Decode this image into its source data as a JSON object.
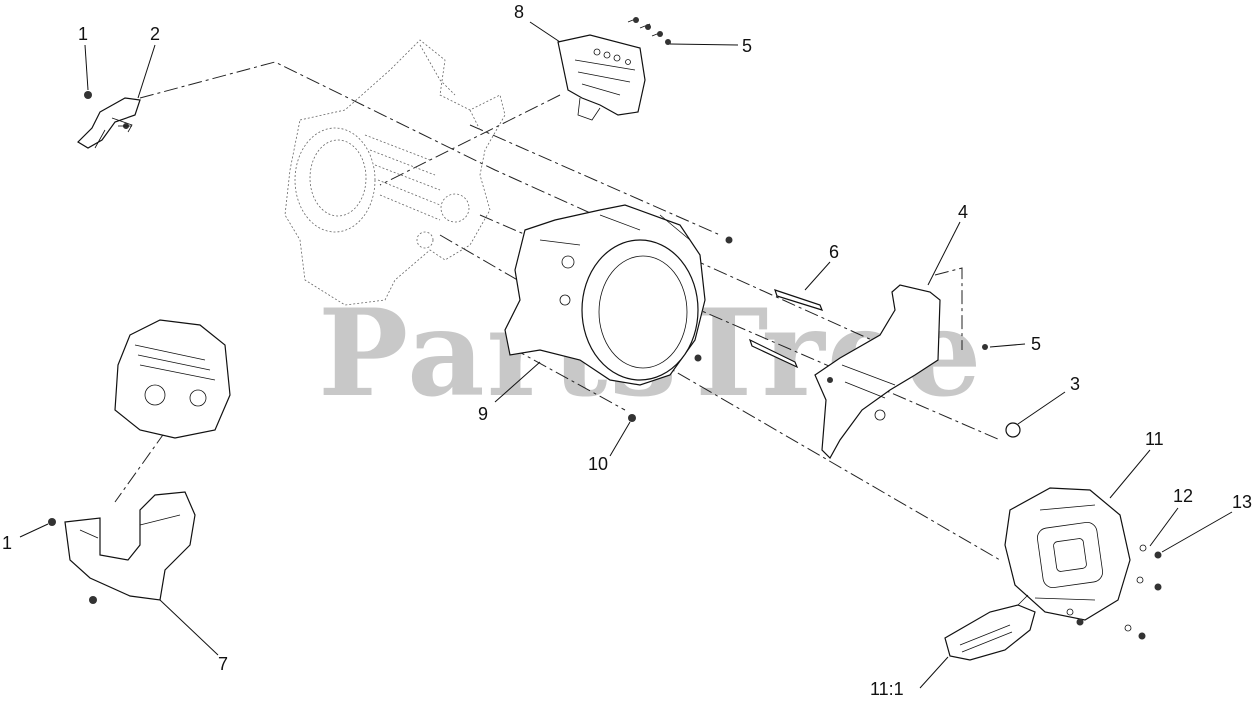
{
  "watermark": {
    "text": "PartsTree",
    "mark": "™",
    "color": "#c8c8c8"
  },
  "callouts": [
    {
      "id": "c1a",
      "label": "1"
    },
    {
      "id": "c2",
      "label": "2"
    },
    {
      "id": "c8",
      "label": "8"
    },
    {
      "id": "c5a",
      "label": "5"
    },
    {
      "id": "c4",
      "label": "4"
    },
    {
      "id": "c6",
      "label": "6"
    },
    {
      "id": "c5b",
      "label": "5"
    },
    {
      "id": "c3",
      "label": "3"
    },
    {
      "id": "c9",
      "label": "9"
    },
    {
      "id": "c10",
      "label": "10"
    },
    {
      "id": "c11",
      "label": "11"
    },
    {
      "id": "c12",
      "label": "12"
    },
    {
      "id": "c13",
      "label": "13"
    },
    {
      "id": "c1b",
      "label": "1"
    },
    {
      "id": "c7",
      "label": "7"
    },
    {
      "id": "c11_1",
      "label": "11:1"
    }
  ]
}
